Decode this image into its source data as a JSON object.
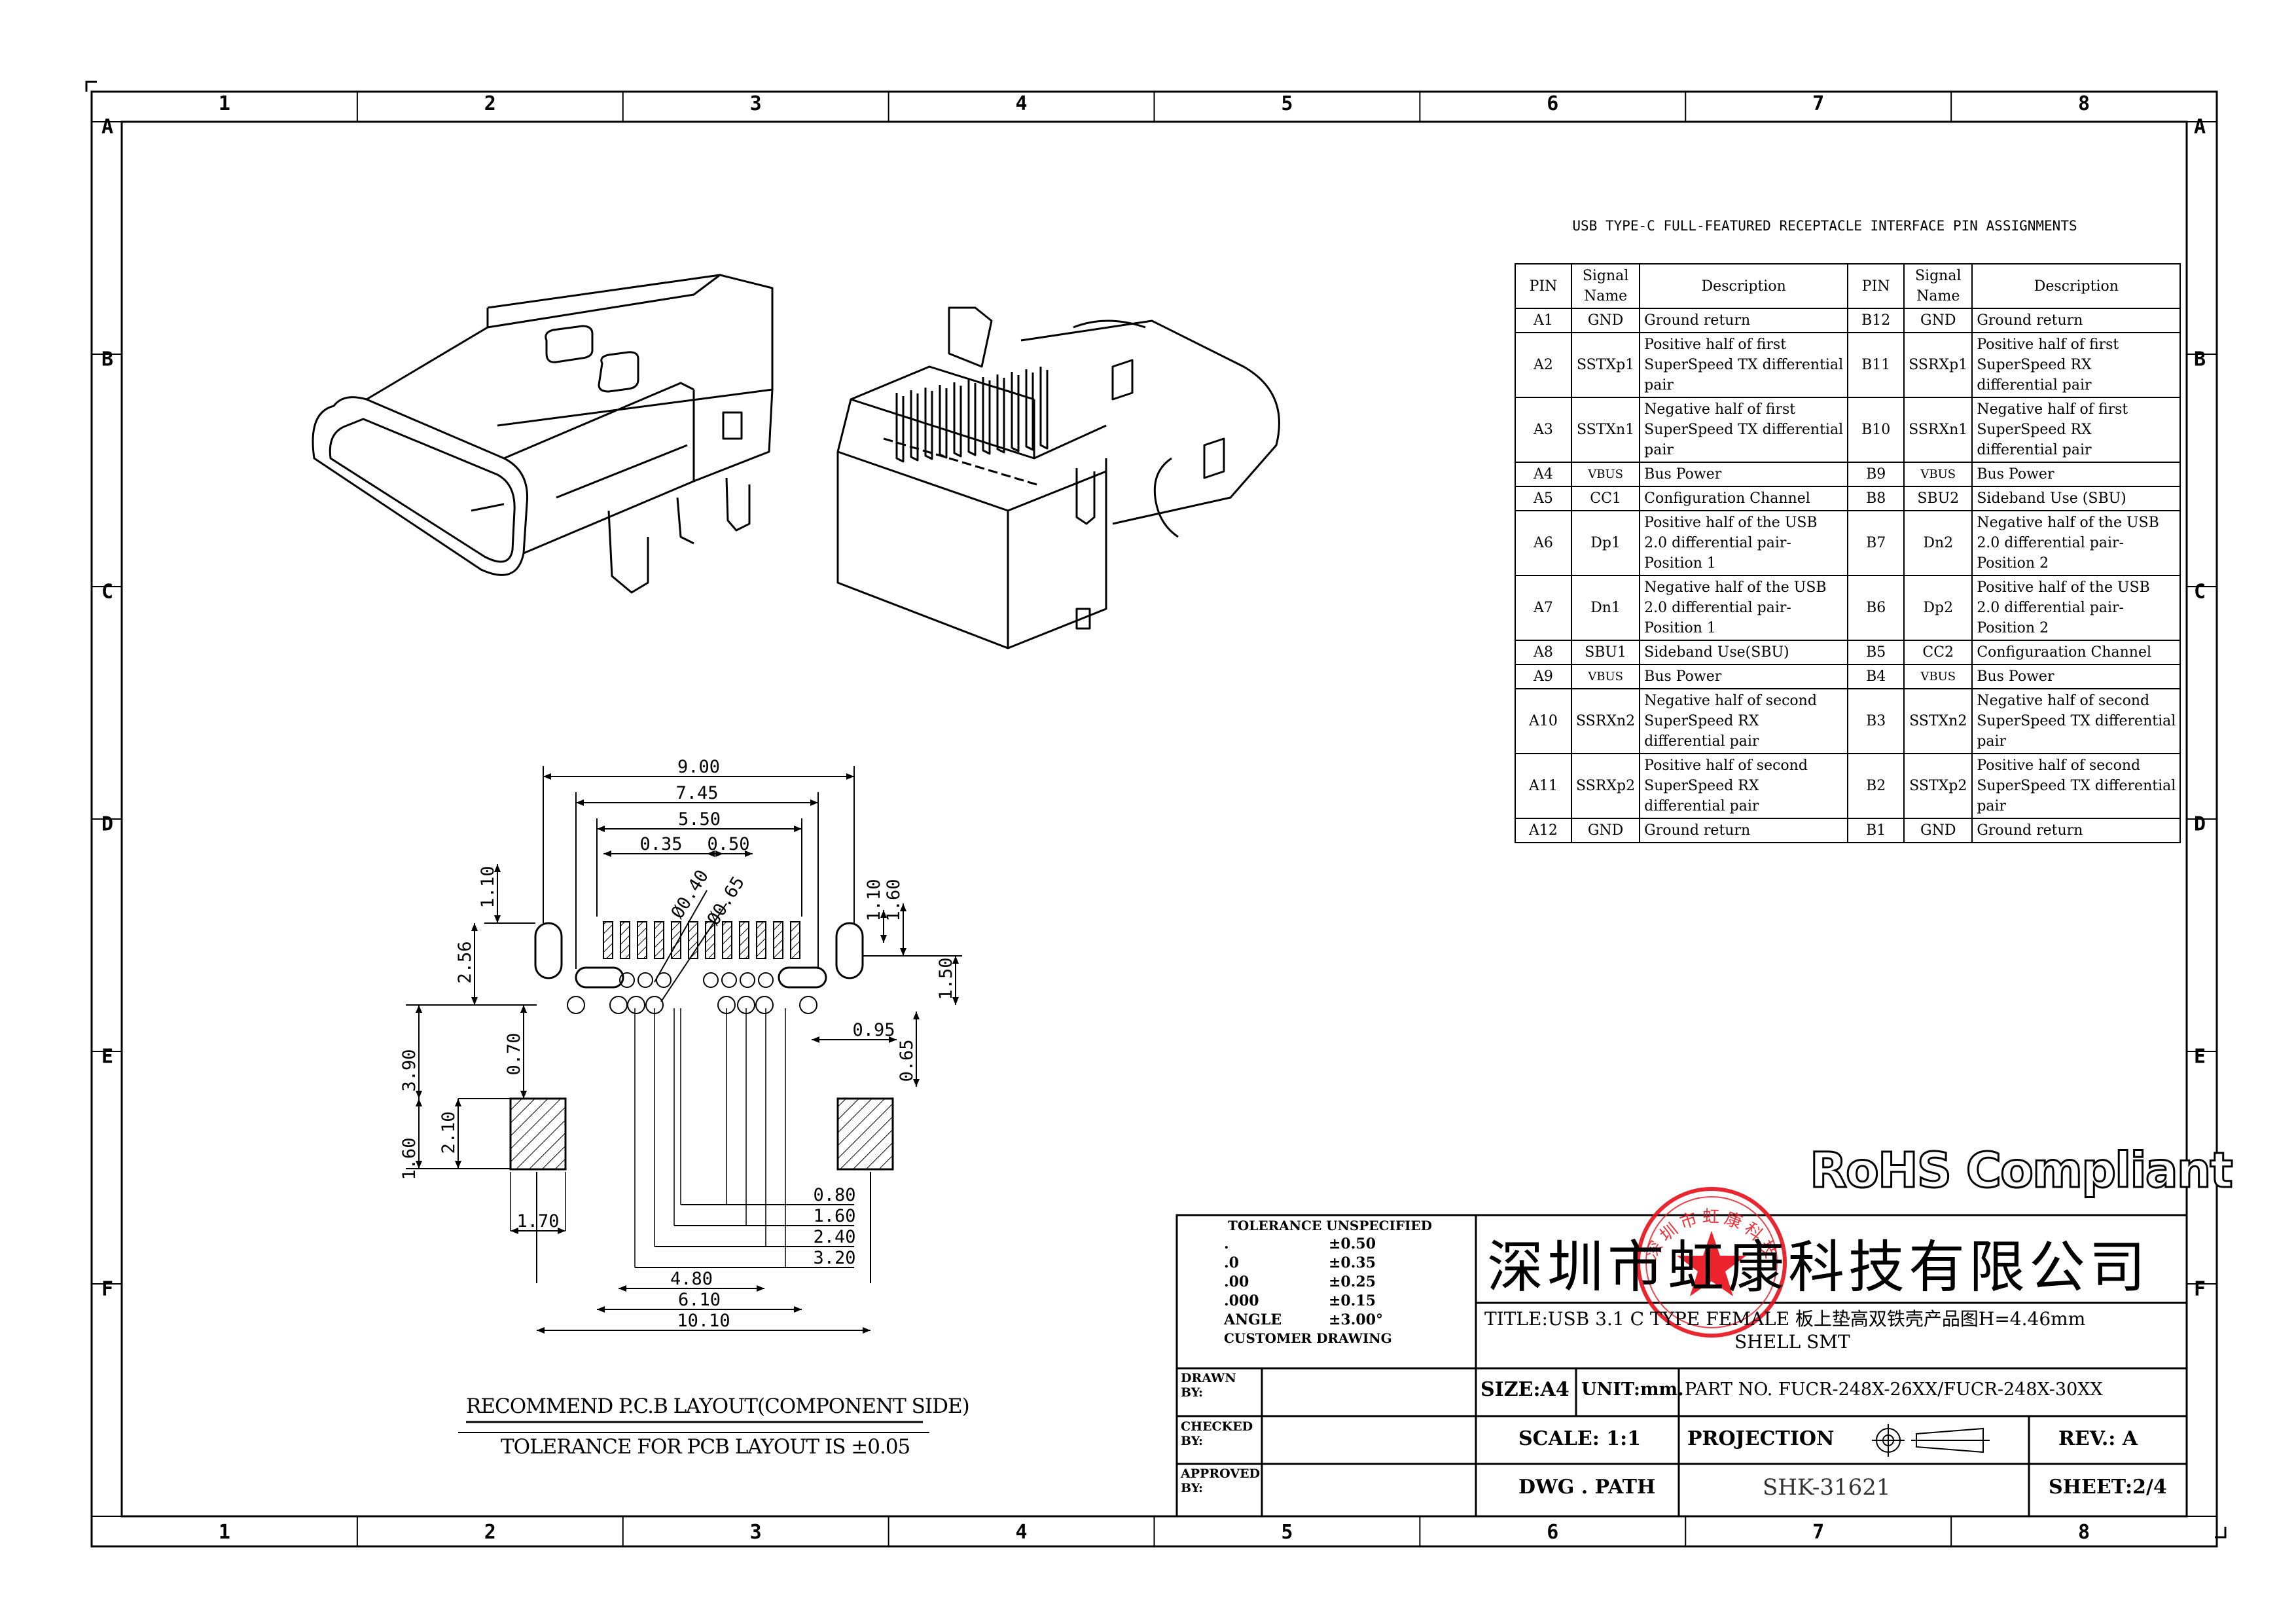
{
  "frame": {
    "columns": [
      "1",
      "2",
      "3",
      "4",
      "5",
      "6",
      "7",
      "8"
    ],
    "rows": [
      "A",
      "B",
      "C",
      "D",
      "E",
      "F"
    ]
  },
  "pin_table": {
    "title": "USB TYPE-C FULL-FEATURED RECEPTACLE INTERFACE PIN ASSIGNMENTS",
    "headers": [
      "PIN",
      "Signal Name",
      "Description",
      "PIN",
      "Signal Name",
      "Description"
    ],
    "rows": [
      {
        "pin_a": "A1",
        "sig_a": "GND",
        "desc_a": "Ground return",
        "pin_b": "B12",
        "sig_b": "GND",
        "desc_b": "Ground return"
      },
      {
        "pin_a": "A2",
        "sig_a": "SSTXp1",
        "desc_a": "Positive half of first SuperSpeed TX differential pair",
        "pin_b": "B11",
        "sig_b": "SSRXp1",
        "desc_b": "Positive half of first SuperSpeed RX differential pair"
      },
      {
        "pin_a": "A3",
        "sig_a": "SSTXn1",
        "desc_a": "Negative half of first SuperSpeed TX differential pair",
        "pin_b": "B10",
        "sig_b": "SSRXn1",
        "desc_b": "Negative half of first SuperSpeed RX differential pair"
      },
      {
        "pin_a": "A4",
        "sig_a": "VBUS",
        "desc_a": "Bus Power",
        "pin_b": "B9",
        "sig_b": "VBUS",
        "desc_b": "Bus Power"
      },
      {
        "pin_a": "A5",
        "sig_a": "CC1",
        "desc_a": "Configuration Channel",
        "pin_b": "B8",
        "sig_b": "SBU2",
        "desc_b": "Sideband Use (SBU)"
      },
      {
        "pin_a": "A6",
        "sig_a": "Dp1",
        "desc_a": "Positive half of the USB 2.0 differential pair-Position 1",
        "pin_b": "B7",
        "sig_b": "Dn2",
        "desc_b": "Negative half of the USB 2.0 differential pair-Position 2"
      },
      {
        "pin_a": "A7",
        "sig_a": "Dn1",
        "desc_a": "Negative half of the USB 2.0 differential pair-Position 1",
        "pin_b": "B6",
        "sig_b": "Dp2",
        "desc_b": "Positive half of the USB 2.0 differential pair-Position 2"
      },
      {
        "pin_a": "A8",
        "sig_a": "SBU1",
        "desc_a": "Sideband Use(SBU)",
        "pin_b": "B5",
        "sig_b": "CC2",
        "desc_b": "Configuraation Channel"
      },
      {
        "pin_a": "A9",
        "sig_a": "VBUS",
        "desc_a": "Bus Power",
        "pin_b": "B4",
        "sig_b": "VBUS",
        "desc_b": "Bus Power"
      },
      {
        "pin_a": "A10",
        "sig_a": "SSRXn2",
        "desc_a": "Negative half of second SuperSpeed RX differential pair",
        "pin_b": "B3",
        "sig_b": "SSTXn2",
        "desc_b": "Negative half of second SuperSpeed TX differential pair"
      },
      {
        "pin_a": "A11",
        "sig_a": "SSRXp2",
        "desc_a": "Positive half of second SuperSpeed RX differential pair",
        "pin_b": "B2",
        "sig_b": "SSTXp2",
        "desc_b": "Positive half of second SuperSpeed TX differential pair"
      },
      {
        "pin_a": "A12",
        "sig_a": "GND",
        "desc_a": "Ground return",
        "pin_b": "B1",
        "sig_b": "GND",
        "desc_b": "Ground return"
      }
    ]
  },
  "pcb_layout": {
    "dims_top": [
      "9.00",
      "7.45",
      "5.50",
      "0.35",
      "0.50"
    ],
    "dims_diag": [
      "Ø0.40",
      "Ø0.65"
    ],
    "dims_left": [
      "1.10",
      "2.56",
      "0.70",
      "3.90",
      "2.10",
      "1.60"
    ],
    "dims_right": [
      "1.10",
      "1.60",
      "1.50",
      "0.95",
      "0.65"
    ],
    "dims_bottom": [
      "0.80",
      "1.60",
      "2.40",
      "3.20",
      "4.80",
      "6.10",
      "10.10",
      "1.70"
    ],
    "caption": "RECOMMEND P.C.B LAYOUT(COMPONENT SIDE)",
    "tolerance": "TOLERANCE FOR PCB LAYOUT IS ±0.05"
  },
  "rohs": "RoHS Compliant",
  "title_block": {
    "tolerance_header": "TOLERANCE UNSPECIFIED",
    "tolerances": [
      {
        "k": ".",
        "v": "±0.50"
      },
      {
        "k": ".0",
        "v": "±0.35"
      },
      {
        "k": ".00",
        "v": "±0.25"
      },
      {
        "k": ".000",
        "v": "±0.15"
      },
      {
        "k": "ANGLE",
        "v": "±3.00°"
      }
    ],
    "customer_drawing": "CUSTOMER DRAWING",
    "company": "深圳市虹康科技有限公司",
    "title_line1": "TITLE:USB 3.1 C TYPE FEMALE 板上垫高双铁壳产品图H=4.46mm",
    "title_line2": "SHELL SMT",
    "drawn_by": "DRAWN BY:",
    "checked_by": "CHECKED BY:",
    "approved_by": "APPROVED BY:",
    "size": "SIZE:A4",
    "unit": "UNIT:mm.",
    "part_no": "PART NO. FUCR-248X-26XX/FUCR-248X-30XX",
    "scale": "SCALE: 1:1",
    "projection": "PROJECTION",
    "rev": "REV.: A",
    "dwg_path": "DWG . PATH",
    "dwg_no": "SHK-31621",
    "sheet": "SHEET:2/4"
  },
  "colors": {
    "line": "#000000",
    "stamp": "#e8101a"
  }
}
